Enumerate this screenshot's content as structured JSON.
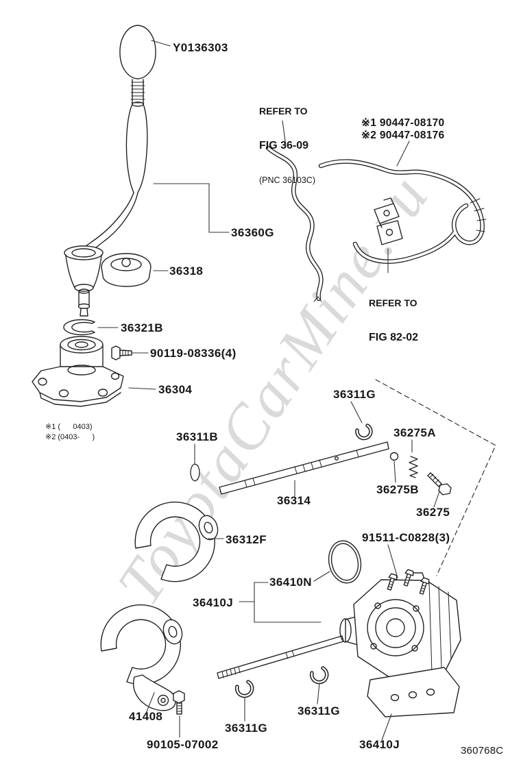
{
  "watermark": {
    "text": "ToyotaCarMine.ru"
  },
  "doc_code": "360768C",
  "callouts": {
    "knob": "Y0136303",
    "shift_lever": "36360G",
    "lever_cap": "36318",
    "snap_ring": "36321B",
    "flange_bolt": "90119-08336(4)",
    "retainer": "36304",
    "clip_36311b": "36311B",
    "clip_36311g_top": "36311G",
    "spring": "36275A",
    "shaft": "36314",
    "ball": "36275B",
    "detent_bolt": "36275",
    "fork_upper": "36312F",
    "case_bolt": "91511-C0828(3)",
    "oring": "36410N",
    "case_mid": "36410J",
    "fork_arm": "41408",
    "arm_bolt": "90105-07002",
    "clip_36311g_left": "36311G",
    "clip_36311g_mid": "36311G",
    "case_bottom": "36410J"
  },
  "notes": {
    "refer_3609": {
      "line1": "REFER TO",
      "line2": "FIG 36-09",
      "line3": "(PNC 36103C)"
    },
    "part_alt_1": "※1 90447-08170",
    "part_alt_2": "※2 90447-08176",
    "refer_8202": {
      "line1": "REFER TO",
      "line2": "FIG 82-02"
    },
    "applicability_1": "※1 (      0403)",
    "applicability_2": "※2 (0403-      )"
  }
}
